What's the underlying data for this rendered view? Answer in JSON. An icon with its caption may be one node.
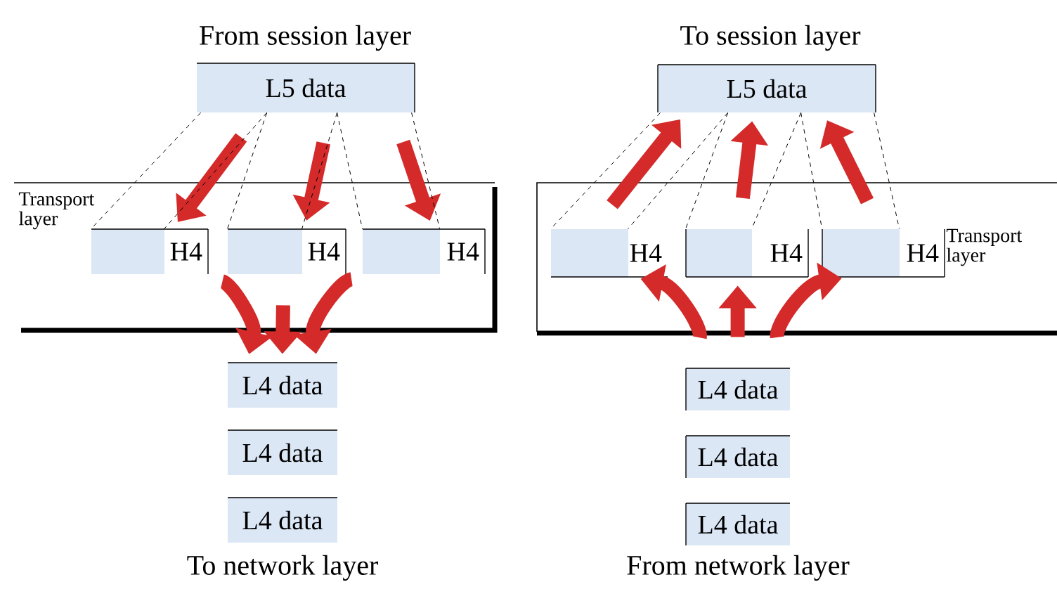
{
  "diagram": {
    "nodes": [
      {
        "text": [
          "L5 data"
        ]
      },
      {
        "text": [
          "H4"
        ]
      },
      {
        "text": [
          "H4"
        ]
      },
      {
        "text": [
          "H4"
        ]
      },
      {
        "text": [
          "L4 data"
        ]
      },
      {
        "text": [
          "L4 data"
        ]
      },
      {
        "text": [
          "L4 data"
        ]
      },
      {
        "text": [
          "L5 data"
        ]
      },
      {
        "text": [
          "H4"
        ]
      },
      {
        "text": [
          "H4"
        ]
      },
      {
        "text": [
          "H4"
        ]
      },
      {
        "text": [
          "L4 data"
        ]
      },
      {
        "text": [
          "L4 data"
        ]
      },
      {
        "text": [
          "L4 data"
        ]
      }
    ],
    "edges": [
      {
        "from": 0,
        "to": 1,
        "arrow": "to",
        "style": "thick",
        "color": "#d42a2a"
      },
      {
        "from": 0,
        "to": 2,
        "arrow": "to",
        "style": "thick",
        "color": "#d42a2a"
      },
      {
        "from": 0,
        "to": 3,
        "arrow": "to",
        "style": "thick",
        "color": "#d42a2a"
      },
      {
        "from": 1,
        "to": 4,
        "arrow": "to",
        "style": "thick",
        "color": "#d42a2a"
      },
      {
        "from": 2,
        "to": 4,
        "arrow": "to",
        "style": "thick",
        "color": "#d42a2a"
      },
      {
        "from": 3,
        "to": 4,
        "arrow": "to",
        "style": "thick",
        "color": "#d42a2a"
      },
      {
        "from": 8,
        "to": 7,
        "arrow": "to",
        "style": "thick",
        "color": "#d42a2a"
      },
      {
        "from": 9,
        "to": 7,
        "arrow": "to",
        "style": "thick",
        "color": "#d42a2a"
      },
      {
        "from": 10,
        "to": 7,
        "arrow": "to",
        "style": "thick",
        "color": "#d42a2a"
      },
      {
        "from": 11,
        "to": 8,
        "arrow": "to",
        "style": "thick",
        "color": "#d42a2a"
      },
      {
        "from": 11,
        "to": 9,
        "arrow": "to",
        "style": "thick",
        "color": "#d42a2a"
      },
      {
        "from": 11,
        "to": 10,
        "arrow": "to",
        "style": "thick",
        "color": "#d42a2a"
      },
      {
        "from": 0,
        "to": 1,
        "arrow": "none",
        "style": "dashed",
        "color": "#000000"
      },
      {
        "from": 0,
        "to": 1,
        "arrow": "none",
        "style": "dashed",
        "color": "#000000"
      },
      {
        "from": 0,
        "to": 2,
        "arrow": "none",
        "style": "dashed",
        "color": "#000000"
      },
      {
        "from": 0,
        "to": 2,
        "arrow": "none",
        "style": "dashed",
        "color": "#000000"
      },
      {
        "from": 0,
        "to": 3,
        "arrow": "none",
        "style": "dashed",
        "color": "#000000"
      },
      {
        "from": 0,
        "to": 3,
        "arrow": "none",
        "style": "dashed",
        "color": "#000000"
      },
      {
        "from": 7,
        "to": 8,
        "arrow": "none",
        "style": "dashed",
        "color": "#000000"
      },
      {
        "from": 7,
        "to": 8,
        "arrow": "none",
        "style": "dashed",
        "color": "#000000"
      },
      {
        "from": 7,
        "to": 9,
        "arrow": "none",
        "style": "dashed",
        "color": "#000000"
      },
      {
        "from": 7,
        "to": 9,
        "arrow": "none",
        "style": "dashed",
        "color": "#000000"
      },
      {
        "from": 7,
        "to": 10,
        "arrow": "none",
        "style": "dashed",
        "color": "#000000"
      },
      {
        "from": 7,
        "to": 10,
        "arrow": "none",
        "style": "dashed",
        "color": "#000000"
      }
    ],
    "labels": [
      "From session layer",
      "To session layer",
      "Transport layer",
      "Transport layer",
      "To network layer",
      "From network layer"
    ]
  }
}
